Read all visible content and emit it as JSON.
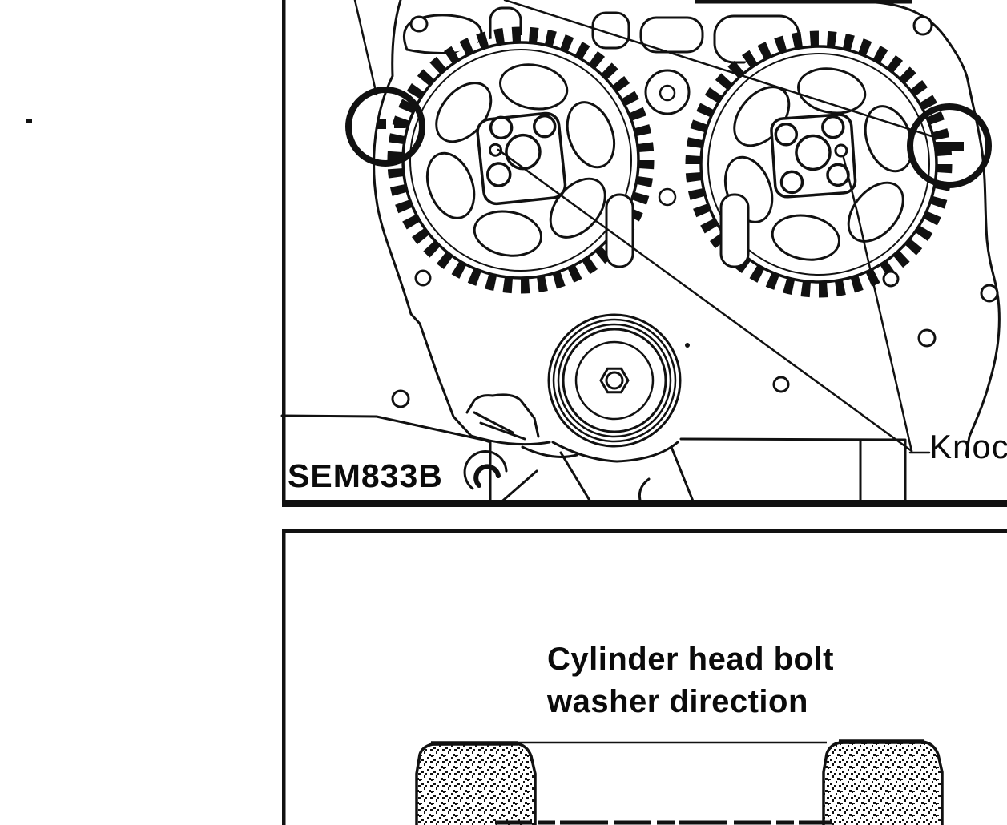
{
  "colors": {
    "paper": "#ffffff",
    "ink": "#0b0b0b"
  },
  "panel_top": {
    "figure_code": "SEM833B",
    "callout_label": "Knoc"
  },
  "panel_bottom": {
    "title_line1": "Cylinder head bolt",
    "title_line2": "washer direction"
  }
}
